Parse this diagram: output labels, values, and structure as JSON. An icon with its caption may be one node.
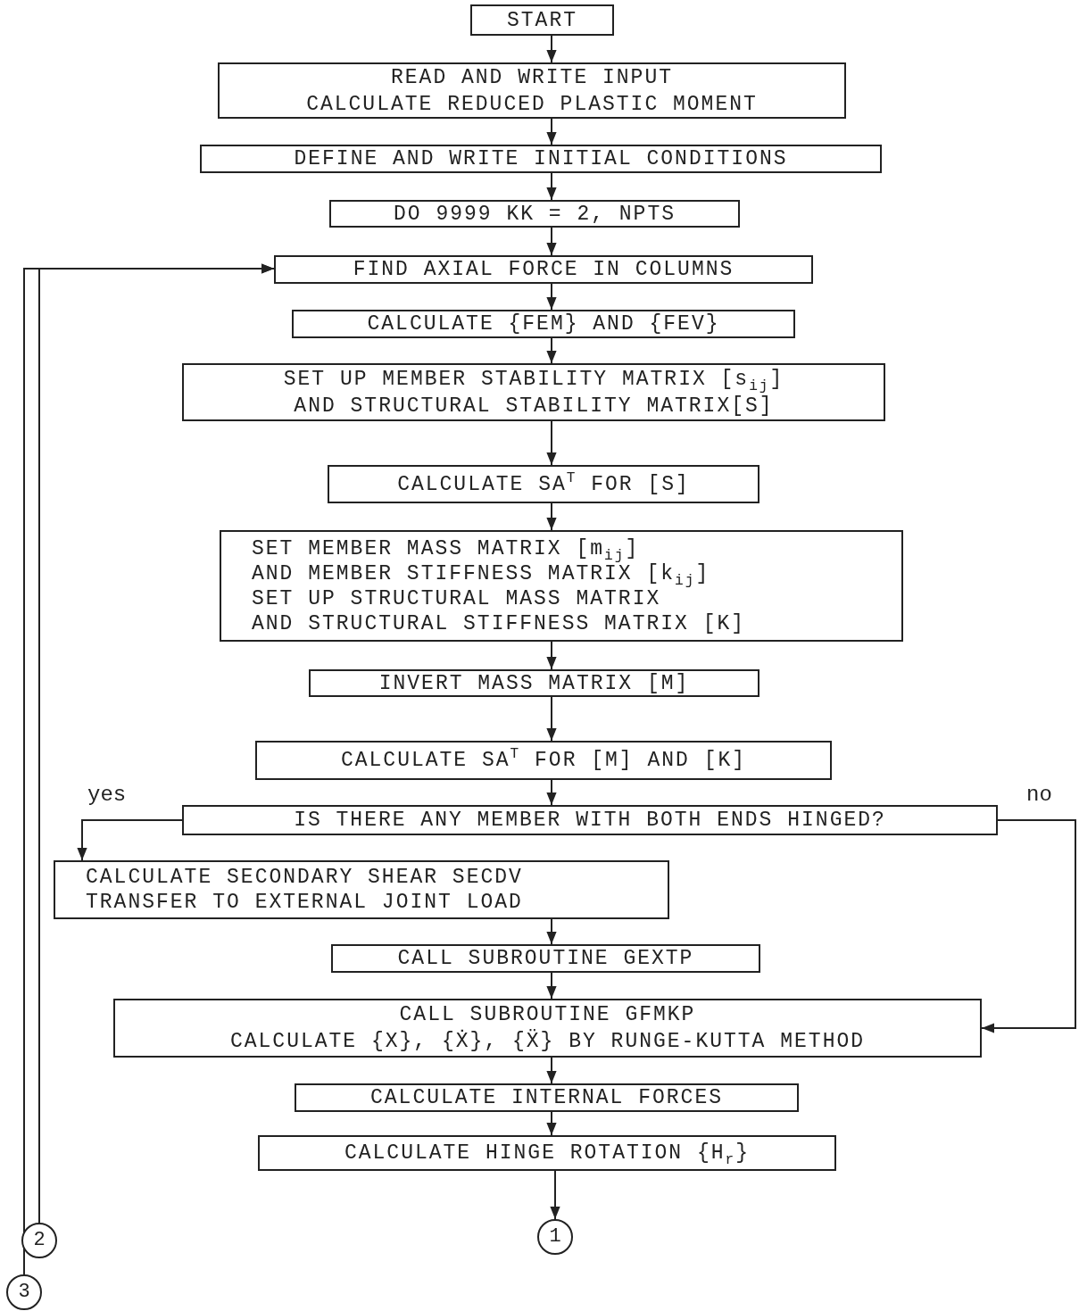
{
  "diagram": {
    "nodes": [
      {
        "text": [
          "START"
        ]
      },
      {
        "text": [
          "READ AND WRITE INPUT",
          "CALCULATE REDUCED PLASTIC MOMENT"
        ]
      },
      {
        "text": [
          "DEFINE AND WRITE INITIAL CONDITIONS"
        ]
      },
      {
        "text": [
          "DO 9999 KK = 2, NPTS"
        ]
      },
      {
        "text": [
          "FIND AXIAL FORCE IN COLUMNS"
        ]
      },
      {
        "text": [
          "CALCULATE {FEM} AND {FEV}"
        ]
      },
      {
        "text": [
          "SET UP MEMBER STABILITY MATRIX [s$_{ij}$]",
          "AND STRUCTURAL STABILITY MATRIX[S]"
        ]
      },
      {
        "text": [
          "CALCULATE SA$^{T}$ FOR [S]"
        ]
      },
      {
        "text": [
          "SET MEMBER MASS MATRIX [m$_{ij}$]",
          "AND MEMBER STIFFNESS MATRIX [k$_{ij}$]",
          "SET UP STRUCTURAL MASS MATRIX",
          "AND STRUCTURAL STIFFNESS MATRIX [K]"
        ]
      },
      {
        "text": [
          "INVERT MASS MATRIX [M]"
        ]
      },
      {
        "text": [
          "CALCULATE SA$^{T}$ FOR [M] AND [K]"
        ]
      },
      {
        "text": [
          "IS THERE ANY MEMBER WITH BOTH ENDS HINGED?"
        ]
      },
      {
        "text": [
          "CALCULATE SECONDARY SHEAR SECDV",
          "TRANSFER TO EXTERNAL JOINT LOAD"
        ]
      },
      {
        "text": [
          "CALL SUBROUTINE GEXTP"
        ]
      },
      {
        "text": [
          "CALL SUBROUTINE GFMKP",
          "CALCULATE {X}, {Ẋ}, {Ẍ} BY RUNGE-KUTTA METHOD"
        ]
      },
      {
        "text": [
          "CALCULATE INTERNAL FORCES"
        ]
      },
      {
        "text": [
          "CALCULATE HINGE ROTATION {H$_{r}$}"
        ]
      },
      {
        "text": [
          "1"
        ]
      },
      {
        "text": [
          "2"
        ]
      },
      {
        "text": [
          "3"
        ]
      }
    ],
    "edges": [
      {
        "from": 0,
        "to": 1,
        "arrow": "to"
      },
      {
        "from": 1,
        "to": 2,
        "arrow": "to"
      },
      {
        "from": 2,
        "to": 3,
        "arrow": "to"
      },
      {
        "from": 3,
        "to": 4,
        "arrow": "to"
      },
      {
        "from": 4,
        "to": 5,
        "arrow": "to"
      },
      {
        "from": 5,
        "to": 6,
        "arrow": "to"
      },
      {
        "from": 6,
        "to": 7,
        "arrow": "to"
      },
      {
        "from": 7,
        "to": 8,
        "arrow": "to"
      },
      {
        "from": 8,
        "to": 9,
        "arrow": "to"
      },
      {
        "from": 9,
        "to": 10,
        "arrow": "to"
      },
      {
        "from": 10,
        "to": 11,
        "arrow": "to"
      },
      {
        "from": 11,
        "to": 12,
        "arrow": "to",
        "label": "yes"
      },
      {
        "from": 11,
        "to": 14,
        "arrow": "to",
        "label": "no"
      },
      {
        "from": 12,
        "to": 13,
        "arrow": "to"
      },
      {
        "from": 13,
        "to": 14,
        "arrow": "to"
      },
      {
        "from": 14,
        "to": 15,
        "arrow": "to"
      },
      {
        "from": 15,
        "to": 16,
        "arrow": "to"
      },
      {
        "from": 16,
        "to": 17,
        "arrow": "to"
      },
      {
        "from": 18,
        "to": 4,
        "arrow": "to"
      },
      {
        "from": 19,
        "to": 4,
        "arrow": "to"
      }
    ]
  }
}
